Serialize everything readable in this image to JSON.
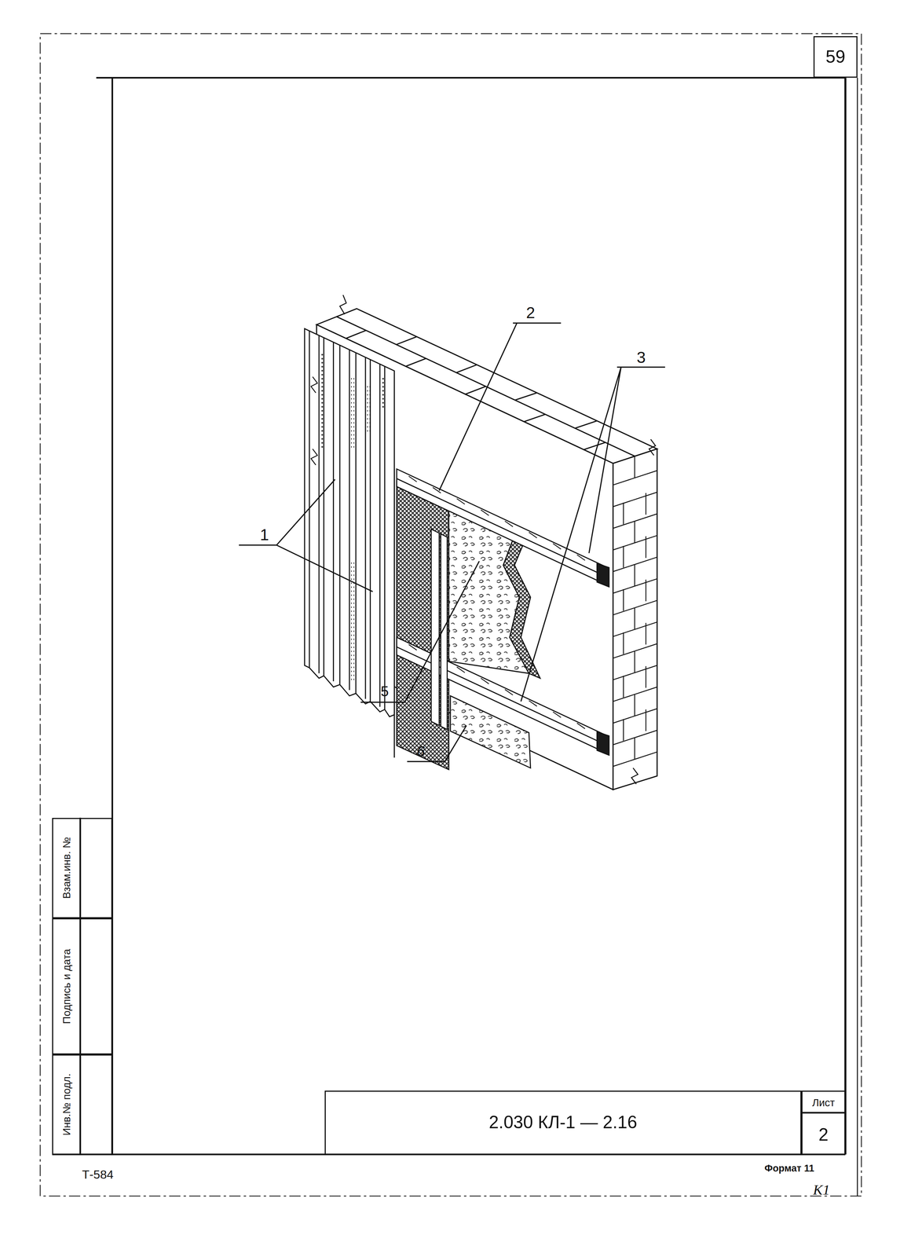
{
  "diagram": {
    "nodes": [
      {
        "text": [
          "59"
        ]
      },
      {
        "text": [
          "Взам.инв. №"
        ]
      },
      {
        "text": [
          "Подпись и дата"
        ]
      },
      {
        "text": [
          "Инв.№ подл."
        ]
      },
      {
        "text": [
          "2.030 КЛ-1 — 2.16"
        ]
      },
      {
        "text": [
          "Лист",
          "2"
        ]
      }
    ],
    "labels": [
      "2",
      "3",
      "1",
      "5",
      "6",
      "Т-584",
      "Формат 11",
      "К1"
    ]
  }
}
